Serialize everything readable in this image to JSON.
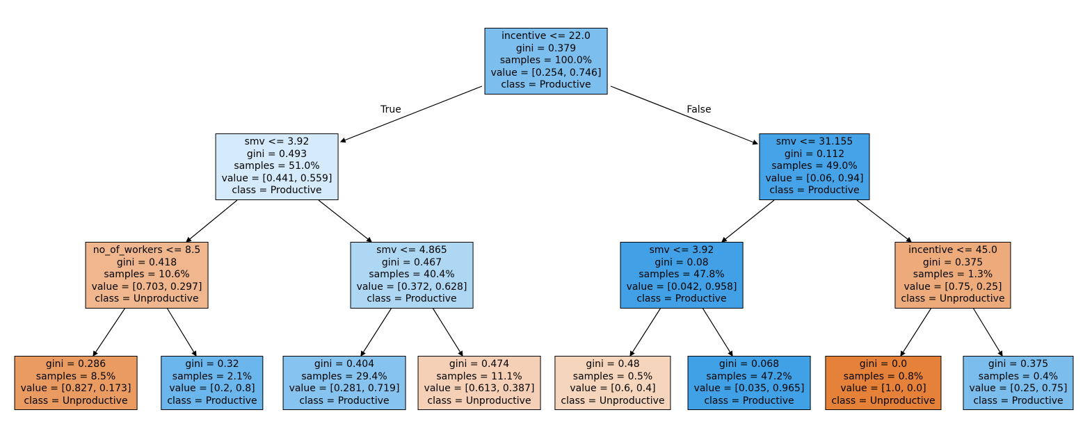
{
  "figure": {
    "type": "decision-tree-plot",
    "background": "#ffffff",
    "palette": {
      "class_unproductive_base": "#e58139",
      "class_productive_base": "#399de5",
      "edge_color": "#000000",
      "text_color": "#000000"
    },
    "edge_labels": {
      "true_branch": "True",
      "false_branch": "False"
    }
  },
  "tree": {
    "nodes": [
      {
        "id": 0,
        "depth": 0,
        "kind": "split",
        "fill": "#7cbeee",
        "lines": [
          "incentive <= 22.0",
          "gini = 0.379",
          "samples = 100.0%",
          "value = [0.254, 0.746]",
          "class = Productive"
        ]
      },
      {
        "id": 1,
        "depth": 1,
        "kind": "split",
        "fill": "#d5eafa",
        "lines": [
          "smv <= 3.92",
          "gini = 0.493",
          "samples = 51.0%",
          "value = [0.441, 0.559]",
          "class = Productive"
        ]
      },
      {
        "id": 2,
        "depth": 2,
        "kind": "split",
        "fill": "#f0b68d",
        "lines": [
          "no_of_workers <= 8.5",
          "gini = 0.418",
          "samples = 10.6%",
          "value = [0.703, 0.297]",
          "class = Unproductive"
        ]
      },
      {
        "id": 3,
        "depth": 3,
        "kind": "leaf",
        "fill": "#ea9b62",
        "lines": [
          "gini = 0.286",
          "samples = 8.5%",
          "value = [0.827, 0.173]",
          "class = Unproductive"
        ]
      },
      {
        "id": 4,
        "depth": 3,
        "kind": "leaf",
        "fill": "#6bb6ec",
        "lines": [
          "gini = 0.32",
          "samples = 2.1%",
          "value = [0.2, 0.8]",
          "class = Productive"
        ]
      },
      {
        "id": 5,
        "depth": 2,
        "kind": "split",
        "fill": "#aed7f4",
        "lines": [
          "smv <= 4.865",
          "gini = 0.467",
          "samples = 40.4%",
          "value = [0.372, 0.628]",
          "class = Productive"
        ]
      },
      {
        "id": 6,
        "depth": 3,
        "kind": "leaf",
        "fill": "#86c3ef",
        "lines": [
          "gini = 0.404",
          "samples = 29.4%",
          "value = [0.281, 0.719]",
          "class = Productive"
        ]
      },
      {
        "id": 7,
        "depth": 3,
        "kind": "leaf",
        "fill": "#f5d0b6",
        "lines": [
          "gini = 0.474",
          "samples = 11.1%",
          "value = [0.613, 0.387]",
          "class = Unproductive"
        ]
      },
      {
        "id": 8,
        "depth": 1,
        "kind": "split",
        "fill": "#46a3e7",
        "lines": [
          "smv <= 31.155",
          "gini = 0.112",
          "samples = 49.0%",
          "value = [0.06, 0.94]",
          "class = Productive"
        ]
      },
      {
        "id": 9,
        "depth": 2,
        "kind": "split",
        "fill": "#42a1e6",
        "lines": [
          "smv <= 3.92",
          "gini = 0.08",
          "samples = 47.8%",
          "value = [0.042, 0.958]",
          "class = Productive"
        ]
      },
      {
        "id": 10,
        "depth": 3,
        "kind": "leaf",
        "fill": "#f6d5bd",
        "lines": [
          "gini = 0.48",
          "samples = 0.5%",
          "value = [0.6, 0.4]",
          "class = Unproductive"
        ]
      },
      {
        "id": 11,
        "depth": 3,
        "kind": "leaf",
        "fill": "#40a1e6",
        "lines": [
          "gini = 0.068",
          "samples = 47.2%",
          "value = [0.035, 0.965]",
          "class = Productive"
        ]
      },
      {
        "id": 12,
        "depth": 2,
        "kind": "split",
        "fill": "#edab7b",
        "lines": [
          "incentive <= 45.0",
          "gini = 0.375",
          "samples = 1.3%",
          "value = [0.75, 0.25]",
          "class = Unproductive"
        ]
      },
      {
        "id": 13,
        "depth": 3,
        "kind": "leaf",
        "fill": "#e58139",
        "lines": [
          "gini = 0.0",
          "samples = 0.8%",
          "value = [1.0, 0.0]",
          "class = Unproductive"
        ]
      },
      {
        "id": 14,
        "depth": 3,
        "kind": "leaf",
        "fill": "#7bbeed",
        "lines": [
          "gini = 0.375",
          "samples = 0.4%",
          "value = [0.25, 0.75]",
          "class = Productive"
        ]
      }
    ],
    "edges": [
      {
        "from": 0,
        "to": 1,
        "label": "True"
      },
      {
        "from": 0,
        "to": 8,
        "label": "False"
      },
      {
        "from": 1,
        "to": 2
      },
      {
        "from": 1,
        "to": 5
      },
      {
        "from": 8,
        "to": 9
      },
      {
        "from": 8,
        "to": 12
      },
      {
        "from": 2,
        "to": 3
      },
      {
        "from": 2,
        "to": 4
      },
      {
        "from": 5,
        "to": 6
      },
      {
        "from": 5,
        "to": 7
      },
      {
        "from": 9,
        "to": 10
      },
      {
        "from": 9,
        "to": 11
      },
      {
        "from": 12,
        "to": 13
      },
      {
        "from": 12,
        "to": 14
      }
    ]
  }
}
